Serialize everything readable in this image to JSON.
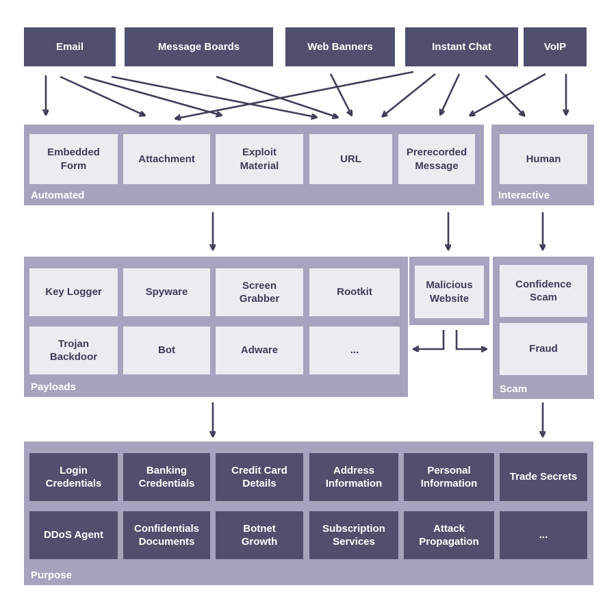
{
  "colors": {
    "dark_box": "#504f6e",
    "container_bg": "#a5a3bd",
    "light_box": "#ebebf1",
    "arrow": "#3e3d58",
    "dark_text": "#3e3d58",
    "light_text": "#ffffff",
    "page_bg": "#ffffff"
  },
  "channels": [
    "Email",
    "Message Boards",
    "Web Banners",
    "Instant Chat",
    "VoIP"
  ],
  "delivery": {
    "automated": {
      "label": "Automated",
      "items": [
        "Embedded Form",
        "Attachment",
        "Exploit Material",
        "URL",
        "Prerecorded Message"
      ]
    },
    "interactive": {
      "label": "Interactive",
      "items": [
        "Human"
      ]
    }
  },
  "payloads": {
    "label": "Payloads",
    "items": [
      "Key Logger",
      "Spyware",
      "Screen Grabber",
      "Rootkit",
      "Trojan Backdoor",
      "Bot",
      "Adware",
      "..."
    ]
  },
  "malicious_website": {
    "label": "Malicious Website"
  },
  "scam": {
    "label": "Scam",
    "items": [
      "Confidence Scam",
      "Fraud"
    ]
  },
  "purpose": {
    "label": "Purpose",
    "items": [
      "Login Credentials",
      "Banking Credentials",
      "Credit Card Details",
      "Address Information",
      "Personal Information",
      "Trade Secrets",
      "DDoS Agent",
      "Confidentials Documents",
      "Botnet Growth",
      "Subscription Services",
      "Attack Propagation",
      "..."
    ]
  }
}
